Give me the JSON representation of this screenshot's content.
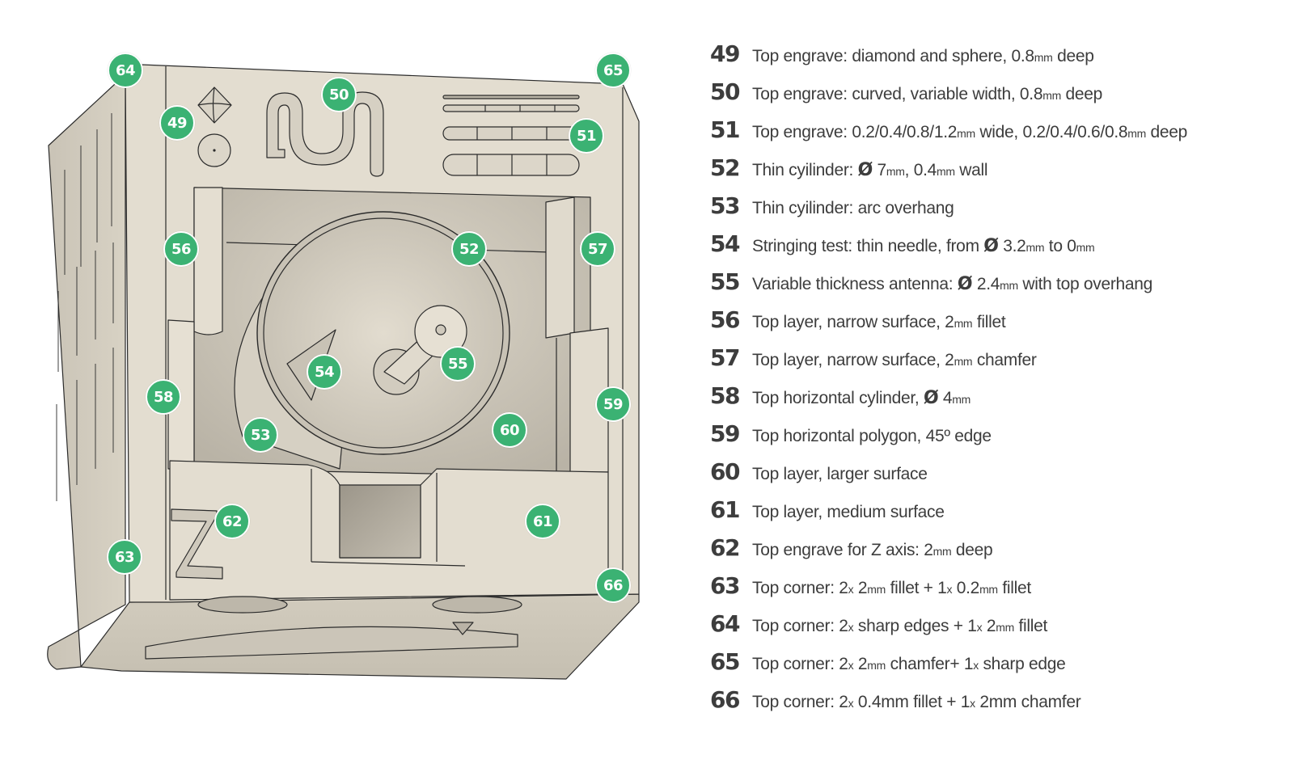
{
  "figure": {
    "subject": "3D printer calibration cube (top face view)",
    "badge_color": "#3bb273",
    "model_color": "#e3ddd0"
  },
  "callouts": [
    {
      "id": "49",
      "label": "49"
    },
    {
      "id": "50",
      "label": "50"
    },
    {
      "id": "51",
      "label": "51"
    },
    {
      "id": "52",
      "label": "52"
    },
    {
      "id": "53",
      "label": "53"
    },
    {
      "id": "54",
      "label": "54"
    },
    {
      "id": "55",
      "label": "55"
    },
    {
      "id": "56",
      "label": "56"
    },
    {
      "id": "57",
      "label": "57"
    },
    {
      "id": "58",
      "label": "58"
    },
    {
      "id": "59",
      "label": "59"
    },
    {
      "id": "60",
      "label": "60"
    },
    {
      "id": "61",
      "label": "61"
    },
    {
      "id": "62",
      "label": "62"
    },
    {
      "id": "63",
      "label": "63"
    },
    {
      "id": "64",
      "label": "64"
    },
    {
      "id": "65",
      "label": "65"
    },
    {
      "id": "66",
      "label": "66"
    }
  ],
  "legend": [
    {
      "num": "49",
      "parts": [
        [
          "t",
          "Top engrave: diamond and sphere, "
        ],
        [
          "t",
          "0.8"
        ],
        [
          "u",
          "mm"
        ],
        [
          "t",
          " deep"
        ]
      ]
    },
    {
      "num": "50",
      "parts": [
        [
          "t",
          "Top engrave: curved, variable width, "
        ],
        [
          "t",
          "0.8"
        ],
        [
          "u",
          "mm"
        ],
        [
          "t",
          " deep"
        ]
      ]
    },
    {
      "num": "51",
      "parts": [
        [
          "t",
          "Top engrave: 0.2/0.4/0.8/1.2"
        ],
        [
          "u",
          "mm"
        ],
        [
          "t",
          " wide, 0.2/0.4/0.6/0.8"
        ],
        [
          "u",
          "mm"
        ],
        [
          "t",
          " deep"
        ]
      ]
    },
    {
      "num": "52",
      "parts": [
        [
          "t",
          "Thin cyilinder: "
        ],
        [
          "d",
          "Ø"
        ],
        [
          "t",
          " 7"
        ],
        [
          "u",
          "mm"
        ],
        [
          "t",
          ", 0.4"
        ],
        [
          "u",
          "mm"
        ],
        [
          "t",
          " wall"
        ]
      ]
    },
    {
      "num": "53",
      "parts": [
        [
          "t",
          "Thin cyilinder: arc overhang"
        ]
      ]
    },
    {
      "num": "54",
      "parts": [
        [
          "t",
          "Stringing test: thin needle, from "
        ],
        [
          "d",
          "Ø"
        ],
        [
          "t",
          " 3.2"
        ],
        [
          "u",
          "mm"
        ],
        [
          "t",
          " to 0"
        ],
        [
          "u",
          "mm"
        ]
      ]
    },
    {
      "num": "55",
      "parts": [
        [
          "t",
          "Variable thickness antenna: "
        ],
        [
          "d",
          "Ø"
        ],
        [
          "t",
          " 2.4"
        ],
        [
          "u",
          "mm"
        ],
        [
          "t",
          " with top overhang"
        ]
      ]
    },
    {
      "num": "56",
      "parts": [
        [
          "t",
          "Top layer, narrow surface, 2"
        ],
        [
          "u",
          "mm"
        ],
        [
          "t",
          " fillet"
        ]
      ]
    },
    {
      "num": "57",
      "parts": [
        [
          "t",
          "Top layer, narrow surface, 2"
        ],
        [
          "u",
          "mm"
        ],
        [
          "t",
          " chamfer"
        ]
      ]
    },
    {
      "num": "58",
      "parts": [
        [
          "t",
          "Top horizontal cylinder, "
        ],
        [
          "d",
          "Ø"
        ],
        [
          "t",
          " 4"
        ],
        [
          "u",
          "mm"
        ]
      ]
    },
    {
      "num": "59",
      "parts": [
        [
          "t",
          "Top horizontal polygon, 45º edge"
        ]
      ]
    },
    {
      "num": "60",
      "parts": [
        [
          "t",
          "Top layer, larger surface"
        ]
      ]
    },
    {
      "num": "61",
      "parts": [
        [
          "t",
          "Top layer, medium surface"
        ]
      ]
    },
    {
      "num": "62",
      "parts": [
        [
          "t",
          "Top engrave for Z axis: 2"
        ],
        [
          "u",
          "mm"
        ],
        [
          "t",
          " deep"
        ]
      ]
    },
    {
      "num": "63",
      "parts": [
        [
          "t",
          "Top corner: 2"
        ],
        [
          "u",
          "x"
        ],
        [
          "t",
          " 2"
        ],
        [
          "u",
          "mm"
        ],
        [
          "t",
          " fillet + 1"
        ],
        [
          "u",
          "x"
        ],
        [
          "t",
          " 0.2"
        ],
        [
          "u",
          "mm"
        ],
        [
          "t",
          " fillet"
        ]
      ]
    },
    {
      "num": "64",
      "parts": [
        [
          "t",
          "Top corner: 2"
        ],
        [
          "u",
          "x"
        ],
        [
          "t",
          " sharp edges + 1"
        ],
        [
          "u",
          "x"
        ],
        [
          "t",
          " 2"
        ],
        [
          "u",
          "mm"
        ],
        [
          "t",
          " fillet"
        ]
      ]
    },
    {
      "num": "65",
      "parts": [
        [
          "t",
          "Top corner: 2"
        ],
        [
          "u",
          "x"
        ],
        [
          "t",
          " 2"
        ],
        [
          "u",
          "mm"
        ],
        [
          "t",
          " chamfer+ 1"
        ],
        [
          "u",
          "x"
        ],
        [
          "t",
          " sharp edge"
        ]
      ]
    },
    {
      "num": "66",
      "parts": [
        [
          "t",
          "Top corner: 2"
        ],
        [
          "u",
          "x"
        ],
        [
          "t",
          " 0.4mm fillet + 1"
        ],
        [
          "u",
          "x"
        ],
        [
          "t",
          " 2mm chamfer"
        ]
      ]
    }
  ]
}
